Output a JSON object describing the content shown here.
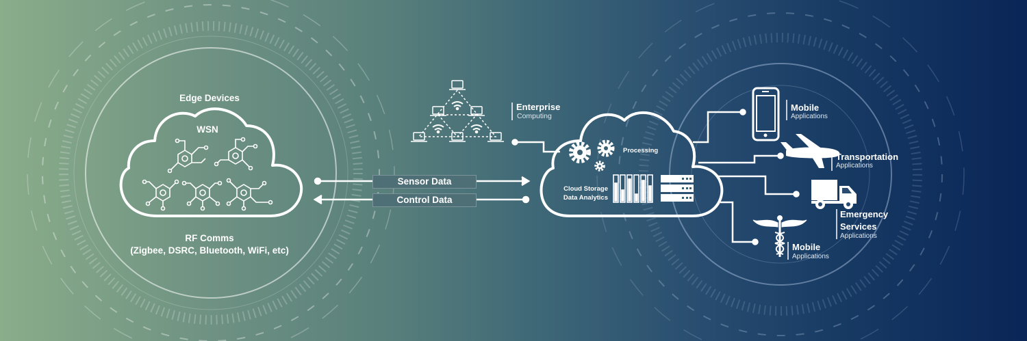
{
  "edge": {
    "title": "Edge Devices",
    "wsn": "WSN",
    "rf_title": "RF Comms",
    "rf_detail": "(Zigbee, DSRC, Bluetooth, WiFi, etc)"
  },
  "links": {
    "sensor": "Sensor Data",
    "control": "Control Data"
  },
  "enterprise": {
    "title": "Enterprise",
    "subtitle": "Computing"
  },
  "cloud": {
    "processing": "Processing",
    "storage": "Cloud Storage",
    "analytics": "Data Analytics"
  },
  "apps": [
    {
      "title": "Mobile",
      "subtitle": "Applications",
      "icon": "smartphone-icon"
    },
    {
      "title": "Transportation",
      "subtitle": "Applications",
      "icon": "airplane-icon"
    },
    {
      "title": "Emergency",
      "title2": "Services",
      "subtitle": "Applications",
      "icon": "truck-icon"
    },
    {
      "title": "Mobile",
      "subtitle": "Applications",
      "icon": "caduceus-icon"
    }
  ],
  "colors": {
    "background_left": "#8aad8a",
    "background_right": "#0a2557",
    "line": "#ffffff",
    "pill": "#4f6f77"
  }
}
